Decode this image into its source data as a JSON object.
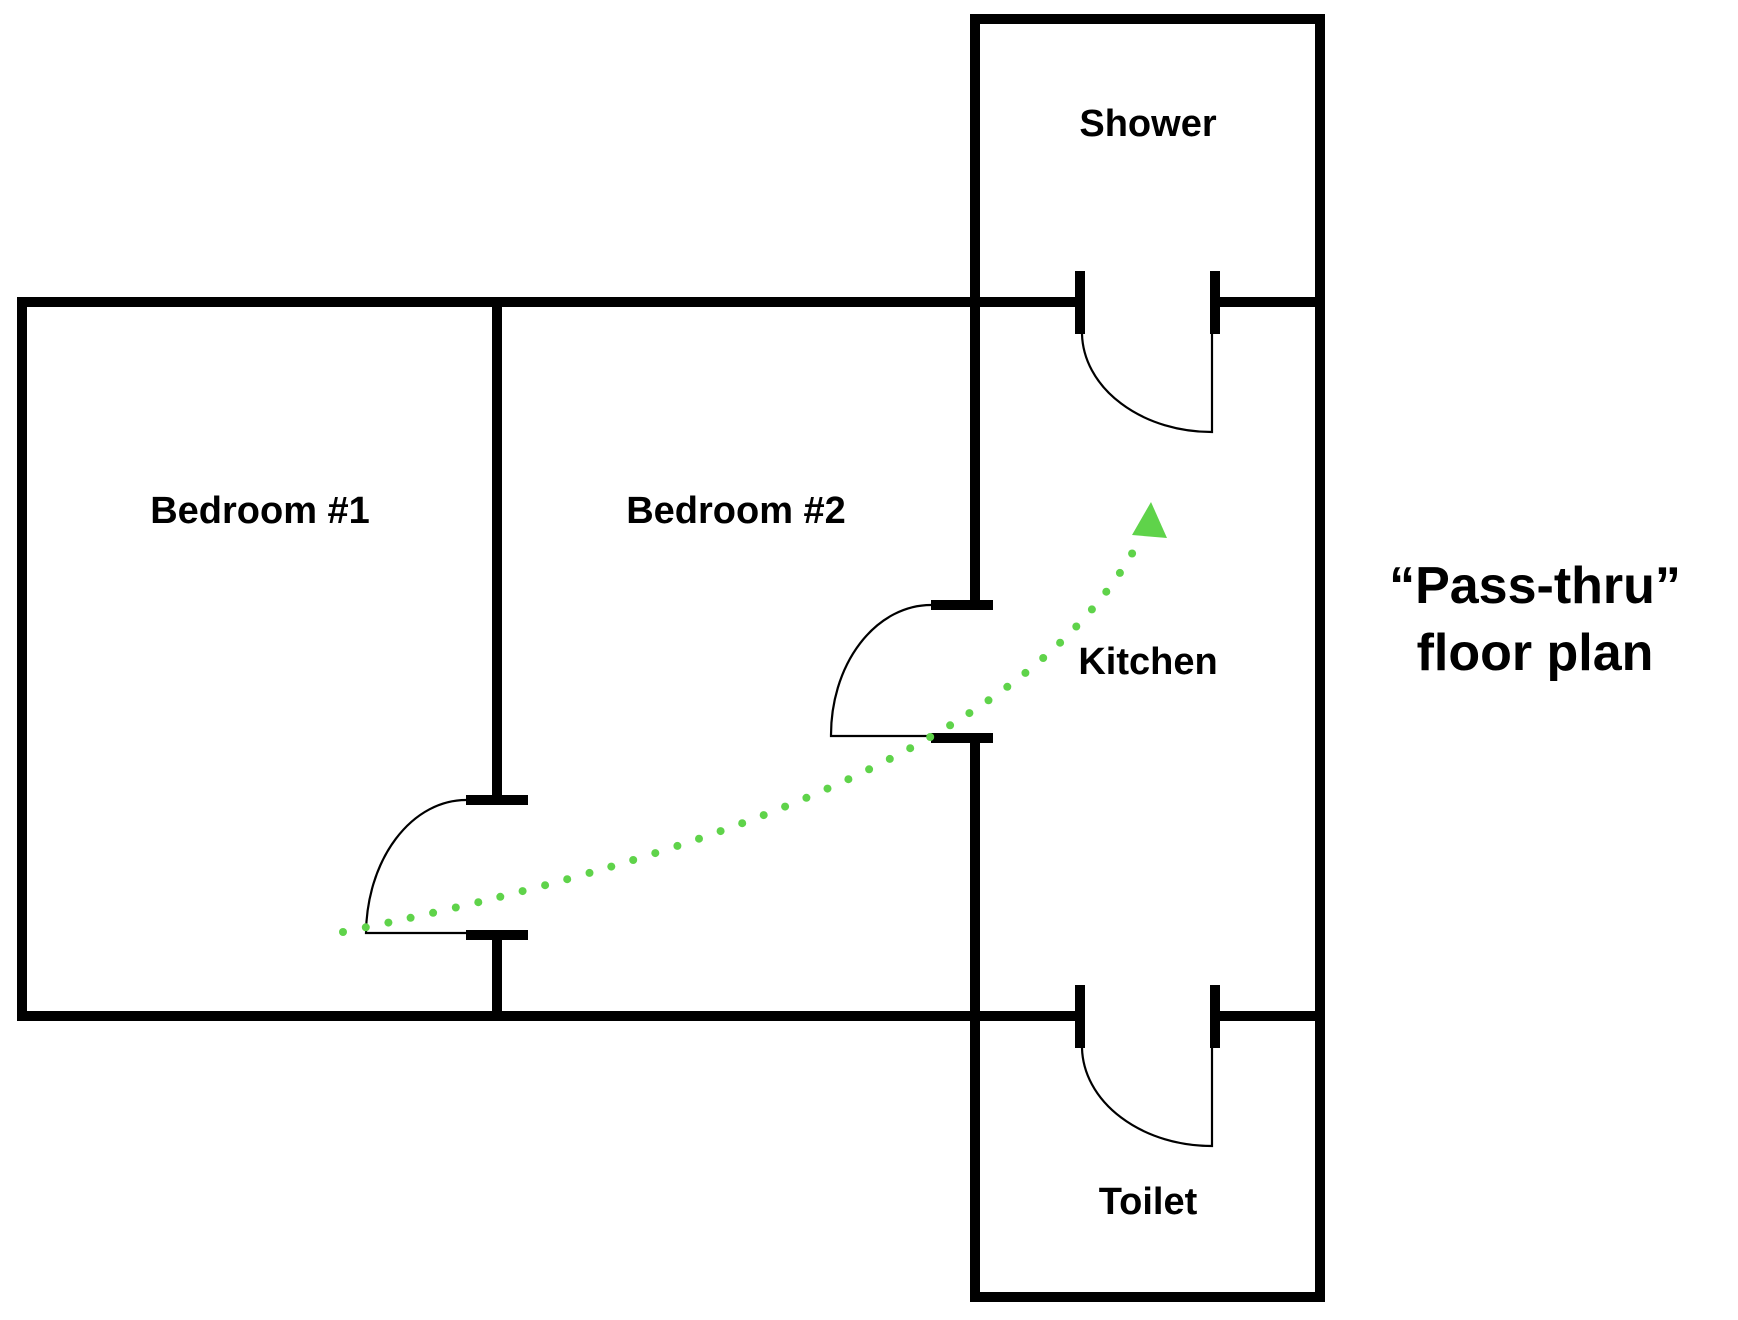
{
  "rooms": {
    "shower": "Shower",
    "bedroom1": "Bedroom #1",
    "bedroom2": "Bedroom #2",
    "kitchen": "Kitchen",
    "toilet": "Toilet"
  },
  "title": {
    "line1": "“Pass-thru”",
    "line2": "floor plan"
  },
  "colors": {
    "walls": "#000000",
    "path": "#5fd34a"
  }
}
